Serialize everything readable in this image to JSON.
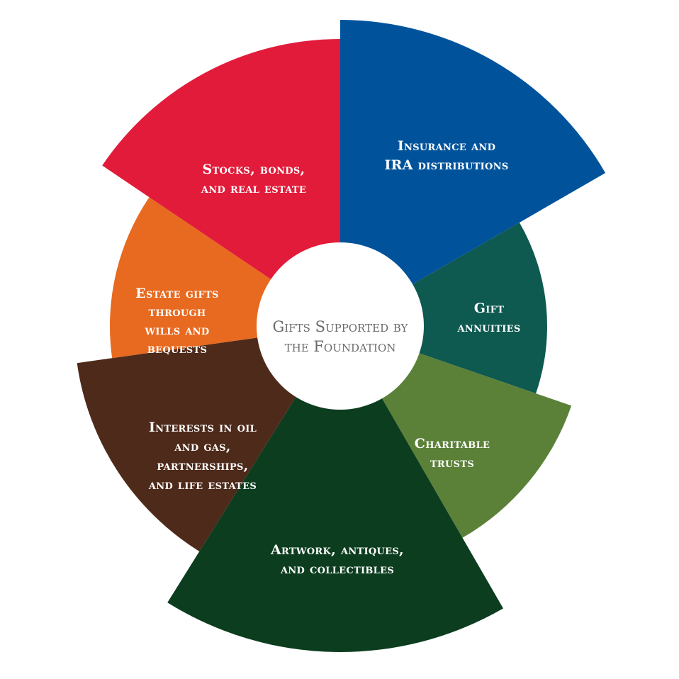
{
  "diagram": {
    "center": {
      "lines": [
        "Gifts Supported by",
        "the Foundation"
      ]
    },
    "segments": [
      {
        "id": "insurance-ira",
        "lines": [
          "Insurance and",
          "IRA distributions"
        ],
        "color": "#00539b"
      },
      {
        "id": "gift-annuities",
        "lines": [
          "Gift",
          "annuities"
        ],
        "color": "#0e5950"
      },
      {
        "id": "charitable-trusts",
        "lines": [
          "Charitable",
          "trusts"
        ],
        "color": "#5b8138"
      },
      {
        "id": "artwork-antiques",
        "lines": [
          "Artwork, antiques,",
          "and collectibles"
        ],
        "color": "#0b3d1e"
      },
      {
        "id": "oil-gas-partnerships",
        "lines": [
          "Interests in oil",
          "and gas,",
          "partnerships,",
          "and life estates"
        ],
        "color": "#4e2a1a"
      },
      {
        "id": "estate-gifts",
        "lines": [
          "Estate gifts",
          "through",
          "wills and",
          "bequests"
        ],
        "color": "#e76a20"
      },
      {
        "id": "stocks-bonds",
        "lines": [
          "Stocks, bonds,",
          "and real estate"
        ],
        "color": "#e21b3a"
      }
    ],
    "center_fill": "#ffffff"
  }
}
